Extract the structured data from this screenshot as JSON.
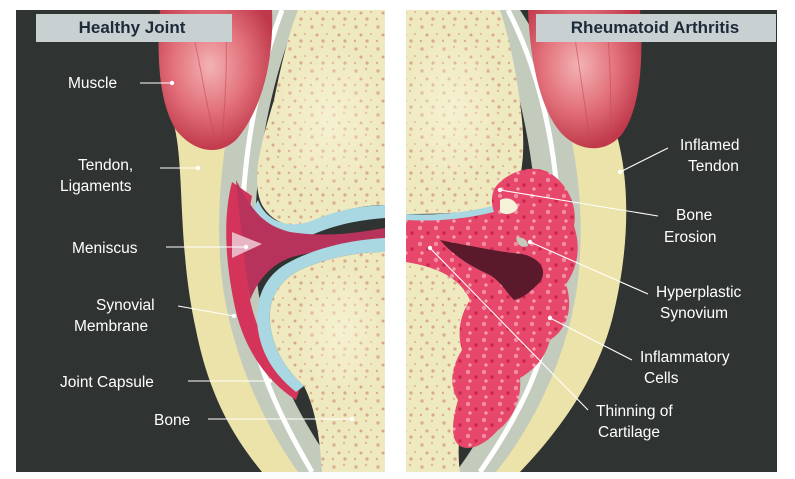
{
  "panels": {
    "healthy": {
      "title": "Healthy Joint",
      "labels": {
        "muscle": "Muscle",
        "tendon_1": "Tendon,",
        "tendon_2": "Ligaments",
        "meniscus": "Meniscus",
        "synovial_1": "Synovial",
        "synovial_2": "Membrane",
        "capsule": "Joint Capsule",
        "bone": "Bone"
      }
    },
    "ra": {
      "title": "Rheumatoid Arthritis",
      "labels": {
        "inflamed_1": "Inflamed",
        "inflamed_2": "Tendon",
        "erosion_1": "Bone",
        "erosion_2": "Erosion",
        "hyper_1": "Hyperplastic",
        "hyper_2": "Synovium",
        "inflam_1": "Inflammatory",
        "inflam_2": "Cells",
        "thin_1": "Thinning of",
        "thin_2": "Cartilage"
      }
    }
  },
  "colors": {
    "background": "#2f3331",
    "bone": "#efe9bf",
    "bone_pores": "#d9a98d",
    "muscle": "#e0626e",
    "tendon": "#ece3aa",
    "capsule_gray": "#c3cbbd",
    "cartilage": "#a9d7e2",
    "synovium": "#d4345a",
    "meniscus": "#b8335c",
    "inflamed_synovium": "#e8506a",
    "title_bar": "#c9d0d1"
  }
}
